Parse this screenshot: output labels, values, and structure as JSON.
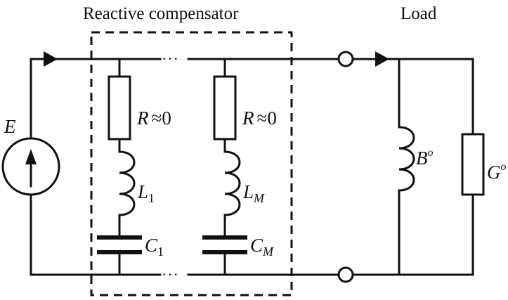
{
  "diagram": {
    "type": "circuit-schematic",
    "labels": {
      "compensator_title": "Reactive compensator",
      "load_title": "Load",
      "source": "E",
      "ellipsis": "···"
    },
    "branches": [
      {
        "resistor_label": "R",
        "resistor_relation": "≈0",
        "inductor_label": "L",
        "inductor_sub": "1",
        "capacitor_label": "C",
        "capacitor_sub": "1"
      },
      {
        "resistor_label": "R",
        "resistor_relation": "≈0",
        "inductor_label": "L",
        "inductor_sub": "M",
        "capacitor_label": "C",
        "capacitor_sub": "M"
      }
    ],
    "load": {
      "susceptance_label": "B",
      "susceptance_sup": "o",
      "conductance_label": "G",
      "conductance_sup": "o"
    }
  }
}
